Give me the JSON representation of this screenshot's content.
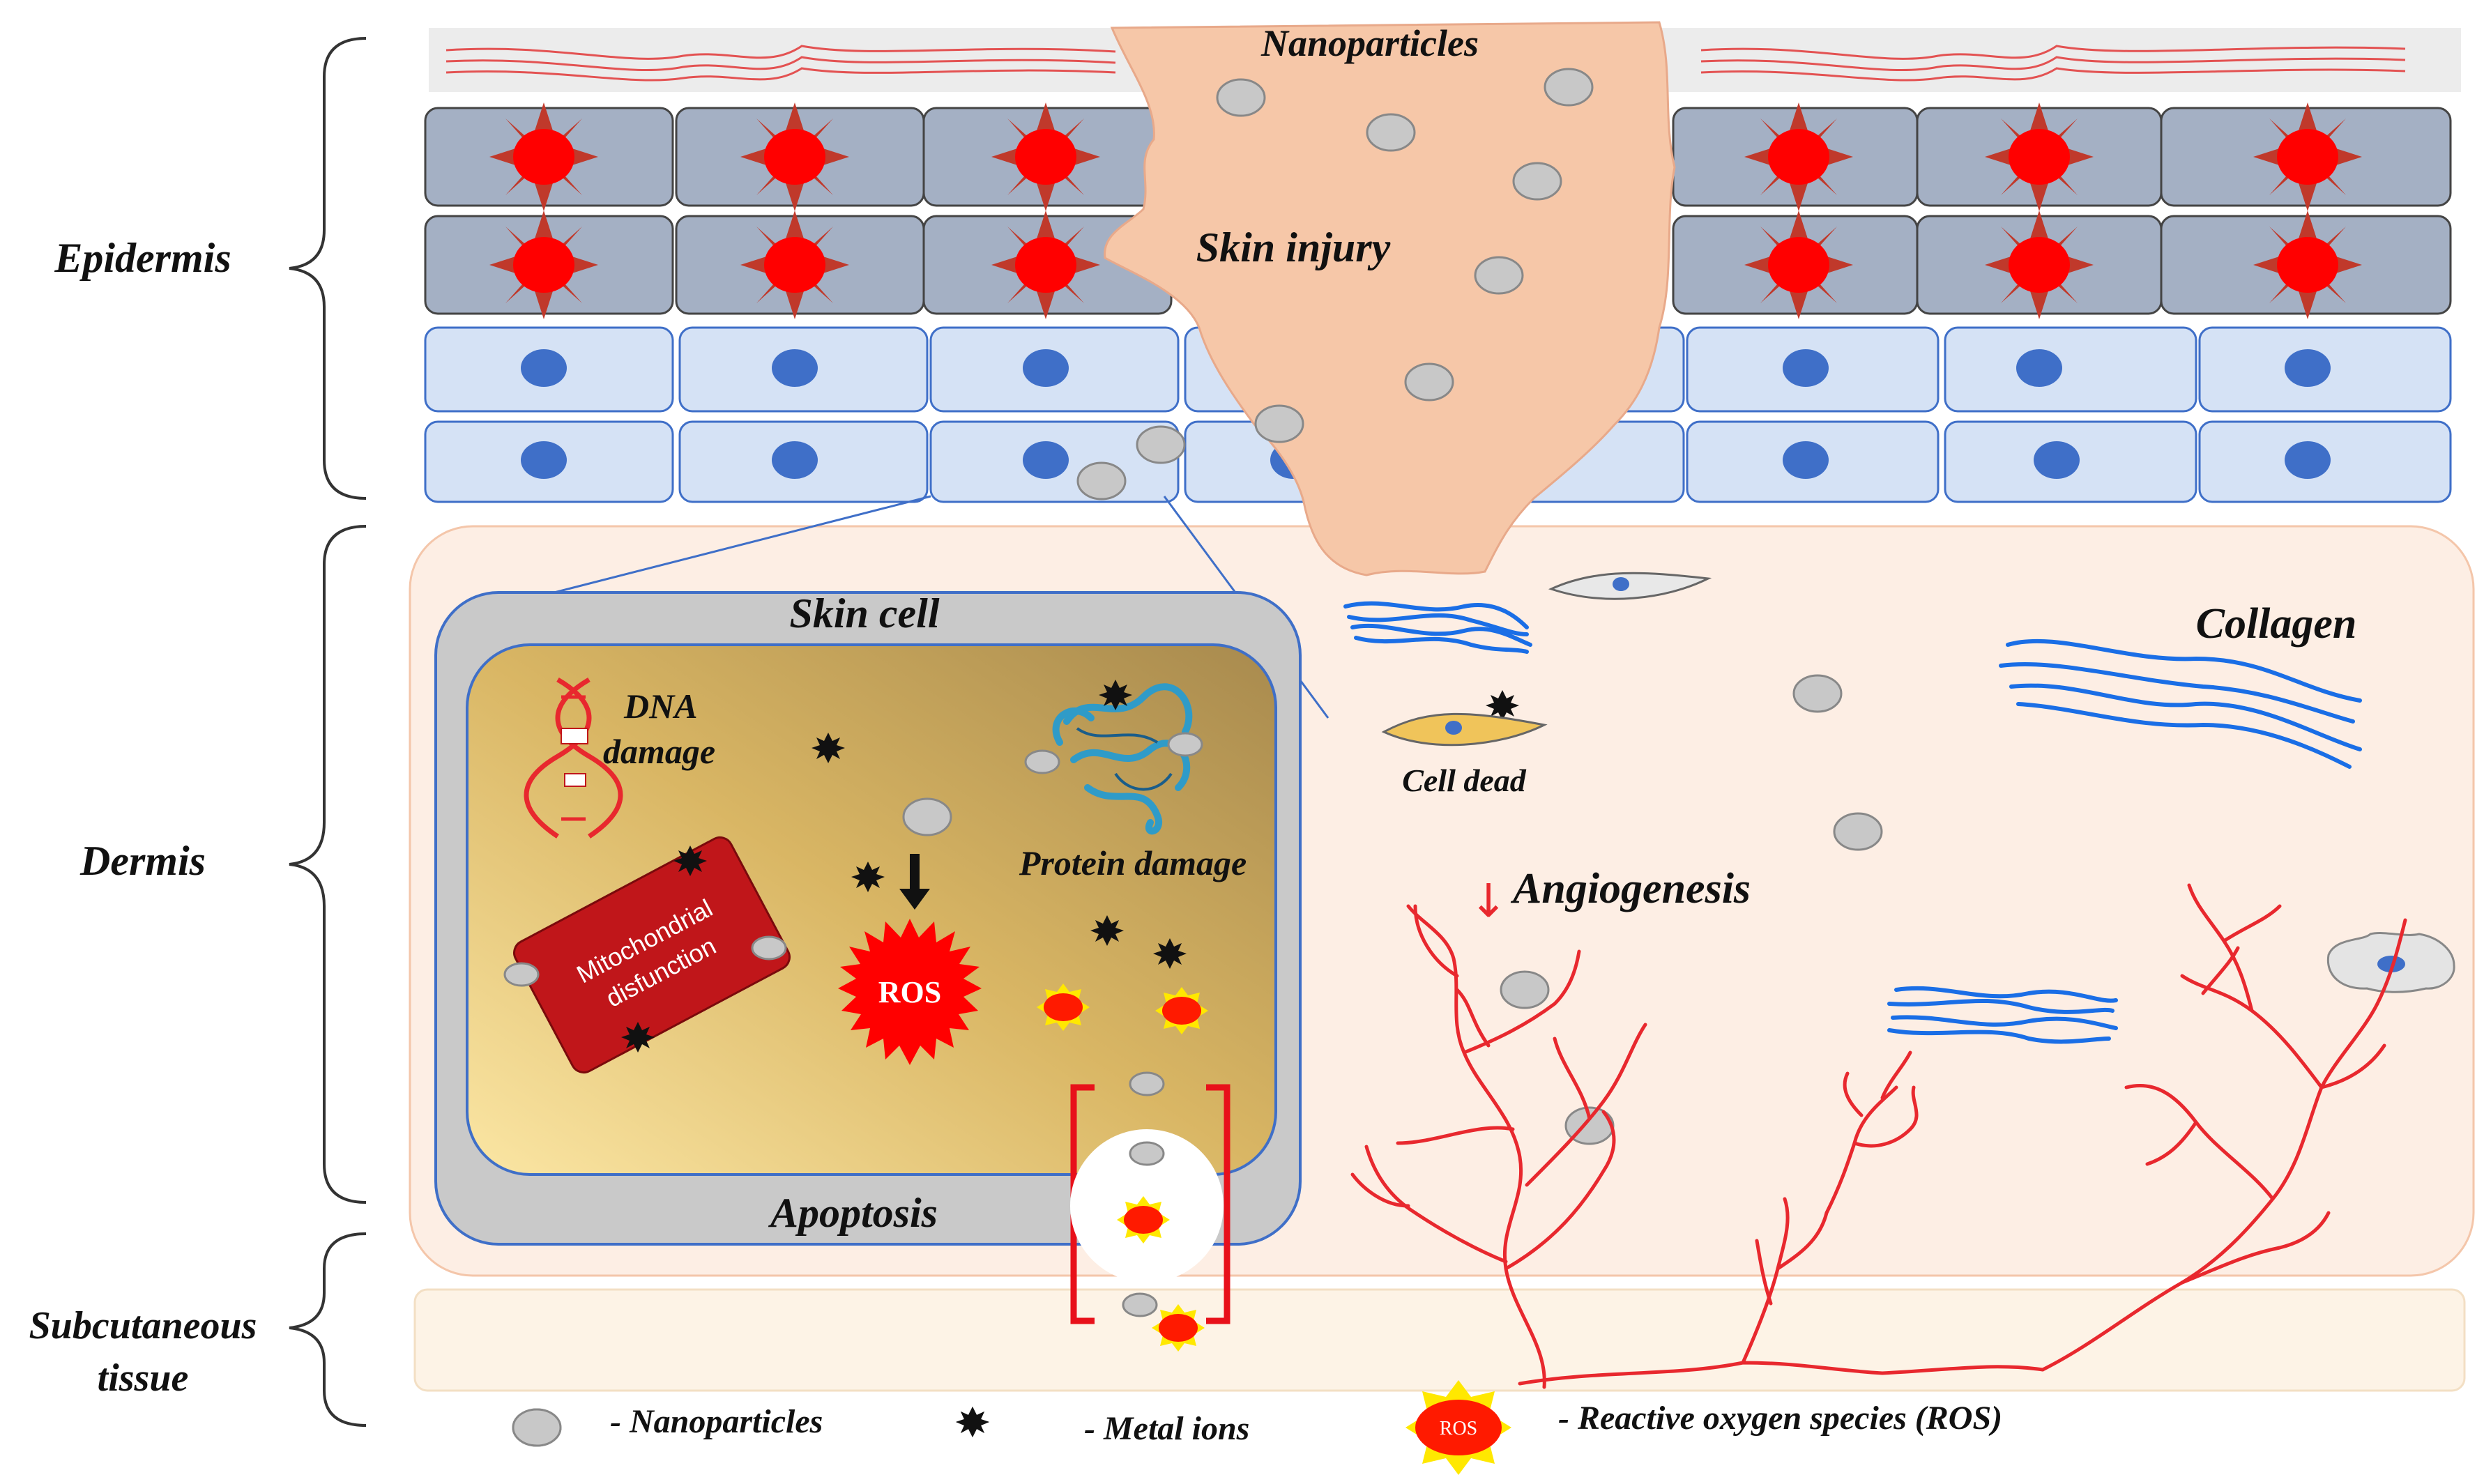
{
  "layers": {
    "epidermis": "Epidermis",
    "dermis": "Dermis",
    "subcutaneous_line1": "Subcutaneous",
    "subcutaneous_line2": "tissue"
  },
  "labels": {
    "nanoparticles": "Nanoparticles",
    "skin_injury": "Skin injury",
    "skin_cell": "Skin cell",
    "dna_line1": "DNA",
    "dna_line2": "damage",
    "protein_damage": "Protein damage",
    "mito_line1": "Mitochondrial",
    "mito_line2": "disfunction",
    "ros": "ROS",
    "apoptosis": "Apoptosis",
    "cell_dead": "Cell dead",
    "angiogenesis": "Angiogenesis",
    "angiogenesis_arrow": "↓",
    "collagen": "Collagen"
  },
  "legend": {
    "nanoparticles": "- Nanoparticles",
    "metal_ions": "- Metal ions",
    "ros_badge": "ROS",
    "ros": "- Reactive oxygen species (ROS)"
  },
  "colors": {
    "keratinocyte_dark": "#a4b0c4",
    "keratinocyte_light": "#d5e2f5",
    "nucleus_blue": "#3f6fc8",
    "nucleus_red": "#ff0000",
    "injury": "#f6c7a8",
    "dermis": "#fdeee4",
    "subcutaneous": "#fdf3e6",
    "nanoparticle": "#c8c8c8",
    "collagen": "#1a6ee6",
    "vessel": "#e8282e",
    "mitochondria": "#c0161a"
  },
  "icons": [
    "nanoparticle-icon",
    "metal-ion-icon",
    "ros-icon",
    "dna-icon",
    "protein-icon",
    "fibroblast-icon",
    "blood-vessel-icon",
    "collagen-icon"
  ]
}
